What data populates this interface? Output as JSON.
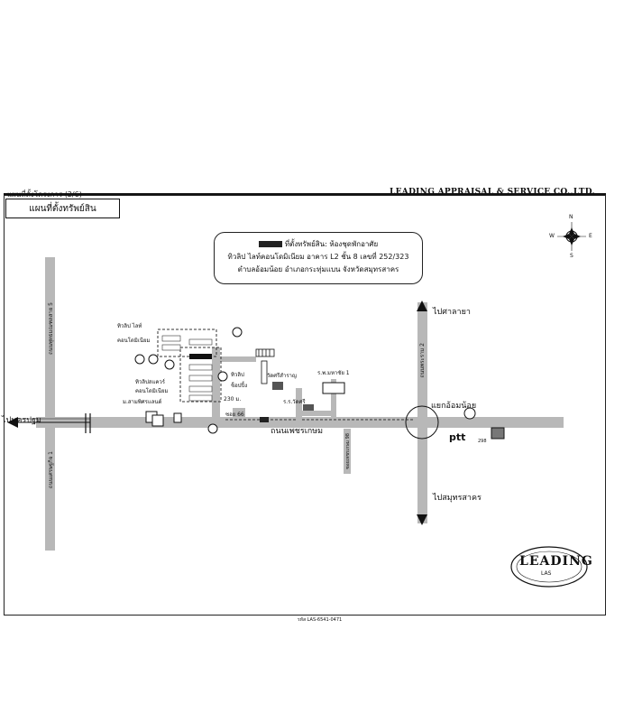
{
  "header": {
    "page_label": "แผนที่ตั้งโครงการ (2/6)",
    "company": "LEADING APPRAISAL & SERVICE CO.,LTD.",
    "map_title": "แผนที่ตั้งทรัพย์สิน"
  },
  "legend": {
    "line1": "ที่ตั้งทรัพย์สิน: ห้องชุดพักอาศัย",
    "line2": "ทิวลิป ไลท์คอนโดมิเนียม อาคาร L2 ชั้น 8 เลขที่ 252/323",
    "line3": "ตำบลอ้อมน้อย อำเภอกระทุ่มแบน จังหวัดสมุทรสาคร"
  },
  "compass": {
    "n": "N",
    "s": "S",
    "e": "E",
    "w": "W"
  },
  "roads": {
    "main": "ถนนเพชรเกษม",
    "left_top": "ถนนพุทธมณฑลสาย 5",
    "left_bottom": "ถนนเศรษฐกิจ 1",
    "right": "ถนนพระราม 2",
    "mid_small": "ซอยเพชรเกษม 98"
  },
  "places": {
    "to_nakhon_pathom": "ไปนครปฐม",
    "to_sala_ya": "ไปศาลายา",
    "to_samut_sakhon": "ไปสมุทรสาคร",
    "om_noi_junction": "แยกอ้อมน้อย",
    "tulip_light": "ทิวลิป ไลท์",
    "condominium": "คอนโดมิเนียม",
    "tulip_square": "ทิวลิปสแควร์",
    "square_condo": "คอนโดมิเนียม",
    "tulip_shop": "ทิวลิป",
    "shop_label": "ช็อปปิ้ง",
    "village": "ม.สามพิศรแลนด์",
    "temple": "วัดศรีสำราญ",
    "school": "ร.ร.วัดศรี",
    "hospital": "ร.พ.มหาชัย 1",
    "distance": "230 ม.",
    "soi": "ซอย 66",
    "ptt": "ptt",
    "ptt_no": "298",
    "logo_top": "LEADING",
    "logo_bottom": "LAS"
  },
  "footer": "รหัส LAS-6541-0471",
  "colors": {
    "road": "#b8b8b8",
    "ink": "#111111"
  }
}
